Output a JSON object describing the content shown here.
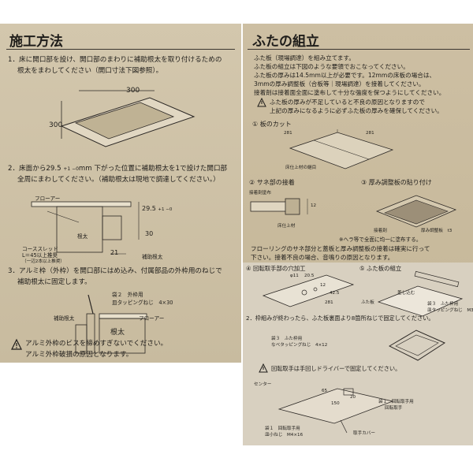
{
  "left": {
    "title": "施工方法",
    "step1": {
      "line1": "1．床に開口部を設け、開口部のまわりに補助根太を取り付けるための",
      "line2": "根太をまわしてください（開口寸法下図参照）。"
    },
    "dim_top": "300",
    "dim_left": "300",
    "step2": {
      "line1": "2．床面から29.5 ",
      "tol": "+1 −0",
      "line1b": "mm 下がった位置に補助根太を1で設けた開口部",
      "line2": "全周にまわしてください。（補助根太は現地で調達してください。）"
    },
    "diagram2": {
      "flooring": "フローアー",
      "dim_295": "29.5",
      "dim_295_tol": "+1 −0",
      "dim_30": "30",
      "joist": "根太",
      "sled_line1": "コーススレッド",
      "sled_line2": "L＝45以上推奨",
      "sled_line3": "（一辺2本以上推奨）",
      "dim_21": "21",
      "aux_joist": "補助根太"
    },
    "step3": {
      "line1": "3．アルミ枠（外枠）を開口部にはめ込み、付属部品の外枠用のねじで",
      "line2": "補助根太に固定します。"
    },
    "diagram3": {
      "bag_label": "袋２　外枠用",
      "screw_label": "皿タッピングねじ　4×30",
      "aux_joist": "補助根太",
      "flooring": "フローアー",
      "joist": "根太"
    },
    "warning": {
      "line1": "アルミ外枠のビスを締めすぎないでください。",
      "line2": "アルミ外枠破損の原因となります。"
    }
  },
  "right": {
    "title": "ふたの組立",
    "intro": [
      "ふた板（現場調達）を組み立てます。",
      "ふた板の組立は下図のような要領でおこなってください。",
      "ふた板の厚みは14.5mm以上が必要です。12mmの床板の場合は、",
      "3mmの厚み調整板（合板等｜現場調達）を接着してください。",
      "接着剤は接着面全面に塗布して十分な強度を保つようにしてください。"
    ],
    "caution": [
      "ふた板の厚みが不足していると不良の原因となりますので",
      "上記の厚みになるように必ずふた板の厚みを確保してください。"
    ],
    "step1": {
      "label": "① 板のカット",
      "dim_a": "281",
      "dim_b": "281",
      "grain": "床仕上材の継目"
    },
    "step2": {
      "label": "② サネ部の接着",
      "adhesive": "接着剤塗布",
      "dim_12": "12",
      "floor_material": "床仕上材"
    },
    "step3": {
      "label": "③ 厚み調整板の貼り付け",
      "adhesive": "接着剤",
      "adjuster": "厚み調整板　t3",
      "note": "※ヘラ等で全面に均一に塗布する。"
    },
    "flooring_note": [
      "フローリングのサネ部分と蓋板と厚み調整板の接着は確実に行って",
      "下さい。接着不良の場合、音鳴りの原因となります。"
    ],
    "step4": {
      "label": "④ 回転取手部の穴加工",
      "dims": [
        "φ11",
        "20.5",
        "12",
        "42.5",
        "281"
      ]
    },
    "step5": {
      "label": "⑤ ふた板の組立",
      "push_in": "差し込む",
      "lid": "ふた板",
      "bag3": "袋３　ふた枠用",
      "screw": "皿タッピングねじ　M3×4"
    },
    "step2b": {
      "line": "2．枠組みが終わったら、ふた板裏面より8箇所ねじで固定してください。",
      "bag": "袋３　ふた枠用",
      "screw": "なべタッピングねじ　4×12"
    },
    "handle_note": "回転取手は手回しドライバーで固定してください。",
    "diagram_handle": {
      "center": "センター",
      "bag1_top": "袋１　回転取手用",
      "body": "回転取手",
      "bag1_bottom": "袋１　回転取手用",
      "screw": "皿小ねじ　M4×16",
      "cover": "取手カバー",
      "dims": [
        "65",
        "20",
        "150"
      ]
    }
  }
}
